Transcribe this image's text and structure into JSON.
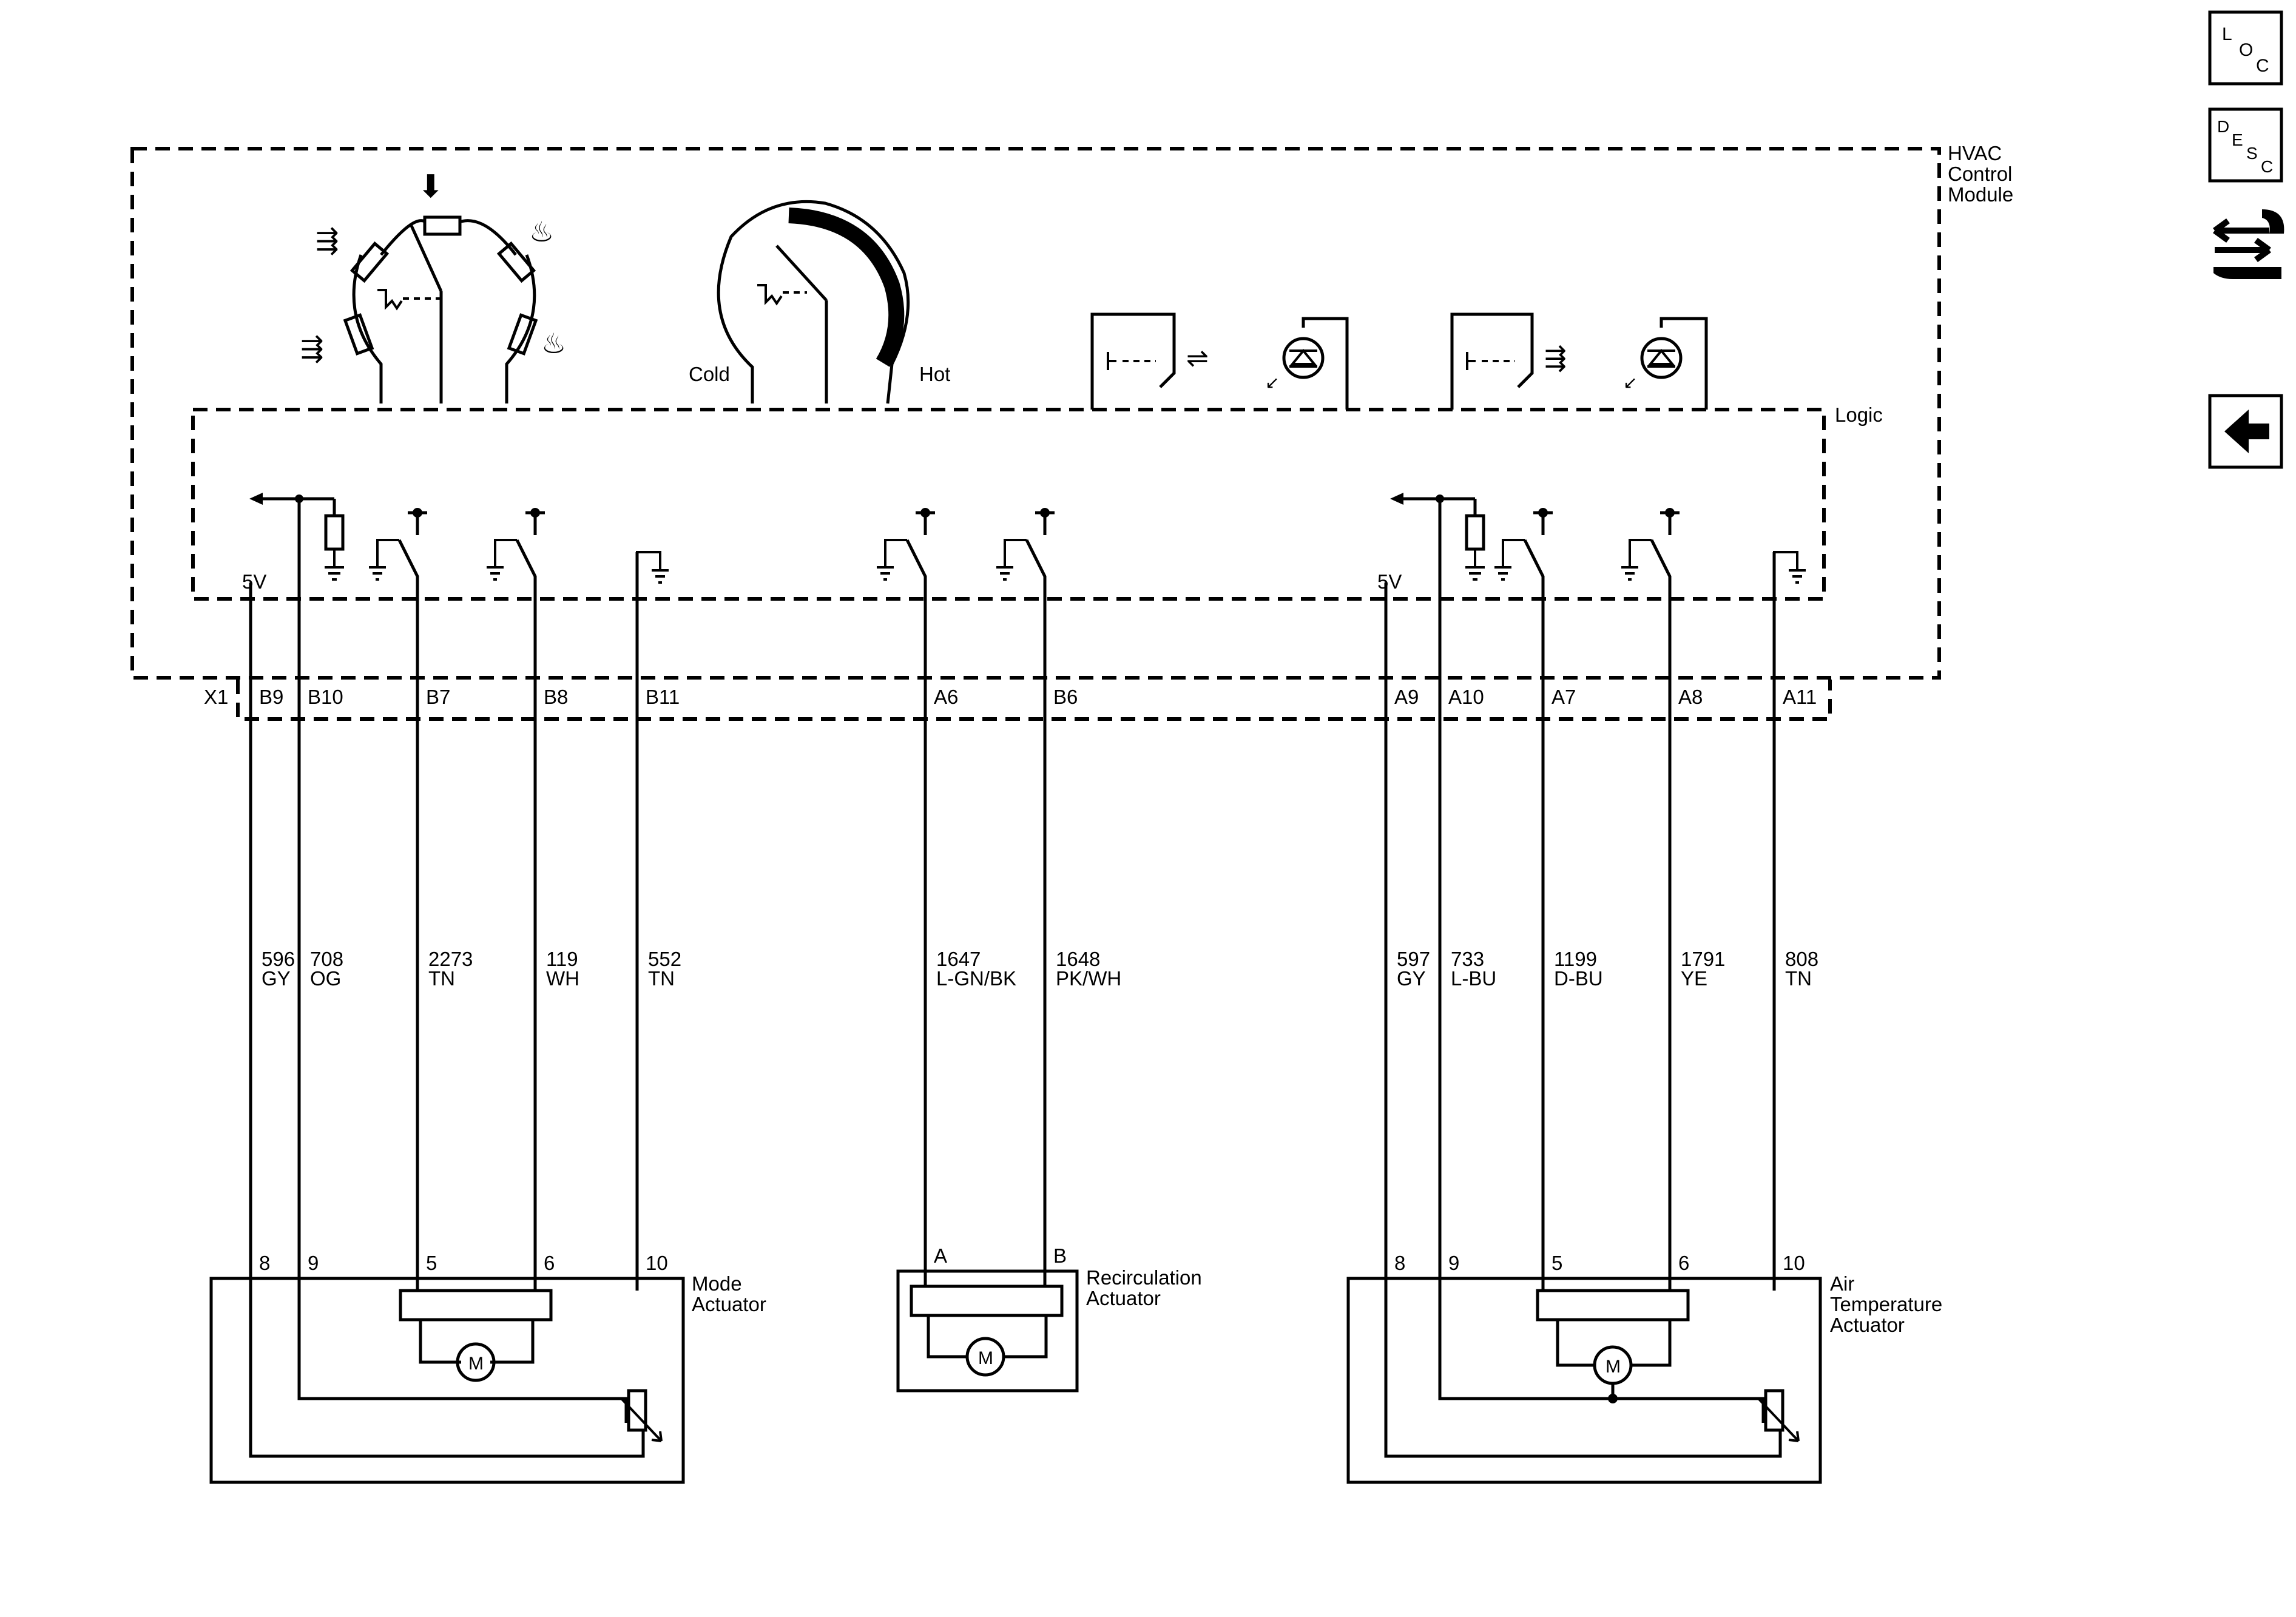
{
  "module": {
    "name": "HVAC\nControl\nModule",
    "logic_label": "Logic",
    "connector_label": "X1"
  },
  "temp_knob": {
    "cold_label": "Cold",
    "hot_label": "Hot"
  },
  "left_group": {
    "voltage_label": "5V",
    "pins": [
      "B9",
      "B10",
      "B7",
      "B8",
      "B11"
    ],
    "wires": [
      {
        "circuit": "596",
        "color": "GY"
      },
      {
        "circuit": "708",
        "color": "OG"
      },
      {
        "circuit": "2273",
        "color": "TN"
      },
      {
        "circuit": "119",
        "color": "WH"
      },
      {
        "circuit": "552",
        "color": "TN"
      }
    ],
    "actuator_pins": [
      "8",
      "9",
      "5",
      "6",
      "10"
    ],
    "actuator_label": "Mode\nActuator"
  },
  "center_group": {
    "pins": [
      "A6",
      "B6"
    ],
    "wires": [
      {
        "circuit": "1647",
        "color": "L-GN/BK"
      },
      {
        "circuit": "1648",
        "color": "PK/WH"
      }
    ],
    "actuator_pins": [
      "A",
      "B"
    ],
    "actuator_label": "Recirculation\nActuator"
  },
  "right_group": {
    "voltage_label": "5V",
    "pins": [
      "A9",
      "A10",
      "A7",
      "A8",
      "A11"
    ],
    "wires": [
      {
        "circuit": "597",
        "color": "GY"
      },
      {
        "circuit": "733",
        "color": "L-BU"
      },
      {
        "circuit": "1199",
        "color": "D-BU"
      },
      {
        "circuit": "1791",
        "color": "YE"
      },
      {
        "circuit": "808",
        "color": "TN"
      }
    ],
    "actuator_pins": [
      "8",
      "9",
      "5",
      "6",
      "10"
    ],
    "actuator_label": "Air\nTemperature\nActuator"
  },
  "motor_symbol": "M",
  "side_panel": {
    "loc": [
      "L",
      "O",
      "C"
    ],
    "desc": [
      "D",
      "E",
      "S",
      "C"
    ]
  }
}
